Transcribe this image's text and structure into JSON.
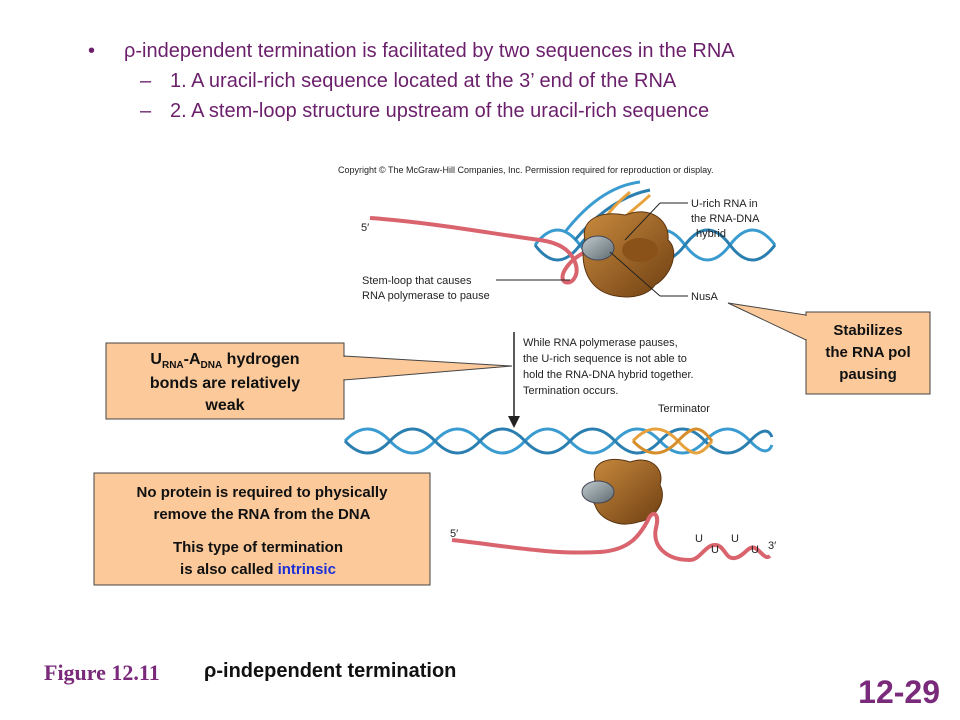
{
  "bullets": {
    "main": "ρ-independent termination is facilitated by two sequences in the RNA",
    "sub1": "1. A uracil-rich sequence located at the 3’ end of the RNA",
    "sub2": "2. A stem-loop structure upstream of the uracil-rich sequence"
  },
  "figure": {
    "copyright": "Copyright © The McGraw-Hill Companies, Inc. Permission required for reproduction or display.",
    "five_prime_top": "5′",
    "urich_label": [
      "U-rich RNA in",
      "the RNA-DNA",
      "hybrid"
    ],
    "stemloop_label": [
      "Stem-loop that causes",
      "RNA polymerase to pause"
    ],
    "nusa_label": "NusA",
    "pause_text": [
      "While RNA polymerase pauses,",
      "the U-rich sequence is not able to",
      "hold the RNA-DNA hybrid together.",
      "Termination occurs."
    ],
    "terminator_label": "Terminator",
    "five_prime_bottom": "5′",
    "three_prime": "3′",
    "u_letters": [
      "U",
      "U",
      "U",
      "U"
    ]
  },
  "callouts": {
    "stabilizes": [
      "Stabilizes",
      "the RNA pol",
      "pausing"
    ],
    "hbond_sub_rna": "RNA",
    "hbond_sub_dna": "DNA",
    "hbond_u": "U",
    "hbond_a": "-A",
    "hbond_rest": " hydrogen",
    "hbond_lines": [
      "bonds are relatively",
      "weak"
    ],
    "noprotein": [
      "No protein is required to physically",
      "remove the RNA from the DNA"
    ],
    "intrinsic_lines": [
      "This type of termination",
      "is also called "
    ],
    "intrinsic_word": "intrinsic"
  },
  "footer": {
    "figure_label": "Figure 12.11",
    "title": "ρ-independent termination",
    "slide_number": "12-29"
  },
  "colors": {
    "text_purple": "#6b1f6b",
    "callout_fill": "#fbc99a",
    "dna_blue": "#3a9bd0",
    "rna_pink": "#d9646e",
    "polymerase_brown": "#a0631e",
    "nusa_gray": "#8a969a",
    "intrinsic_blue": "#1b2fd6"
  }
}
